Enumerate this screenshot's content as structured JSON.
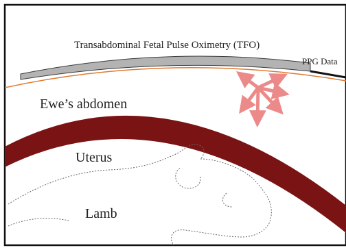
{
  "labels": {
    "tfo": "Transabdominal Fetal Pulse Oximetry (TFO)",
    "ppg": "PPG Data",
    "abdomen": "Ewe’s abdomen",
    "uterus": "Uterus",
    "lamb": "Lamb"
  },
  "colors": {
    "frame": "#111111",
    "probe_fill": "#b3b3b3",
    "probe_stroke": "#3a3a3a",
    "skin_line": "#e07a2e",
    "uterus": "#7a1414",
    "arrows": "#ec8a8a",
    "lamb_outline": "#666666",
    "cable": "#111111"
  },
  "icons": {
    "light_arrows": "light-rays-icon",
    "lamb": "lamb-outline-icon"
  }
}
